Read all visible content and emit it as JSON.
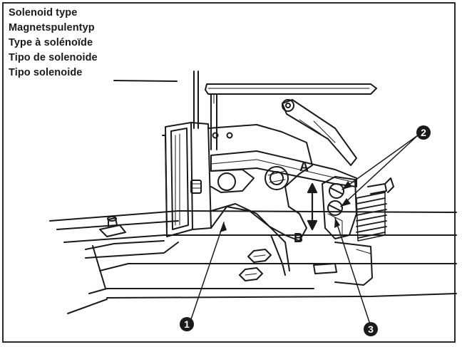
{
  "labels": {
    "en": "Solenoid type",
    "de": "Magnetspulentyp",
    "fr": "Type à solénoïde",
    "es": "Tipo de solenoide",
    "it": "Tipo solenoide"
  },
  "letters": {
    "a": "A",
    "b": "B"
  },
  "callouts": {
    "one": "1",
    "two": "2",
    "three": "3"
  },
  "colors": {
    "ink": "#1a1a1a",
    "paper": "#ffffff",
    "shade": "#555555"
  }
}
